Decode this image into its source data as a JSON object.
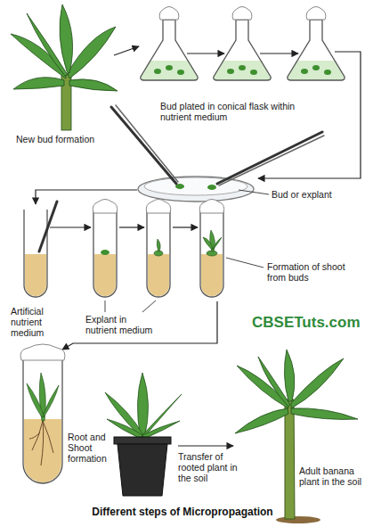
{
  "diagram": {
    "caption": "Different steps of Micropropagation",
    "labels": [
      "Bud plated in conical flask within nutrient medium",
      "New bud formation",
      "Bud or explant",
      "Formation of shoot from buds",
      "Artificial nutrient medium",
      "Explant in nutrient medium",
      "CBSETuts.com",
      "Root and Shoot formation",
      "Transfer of rooted plant in the soil",
      "Adult banana plant in the soil"
    ]
  }
}
